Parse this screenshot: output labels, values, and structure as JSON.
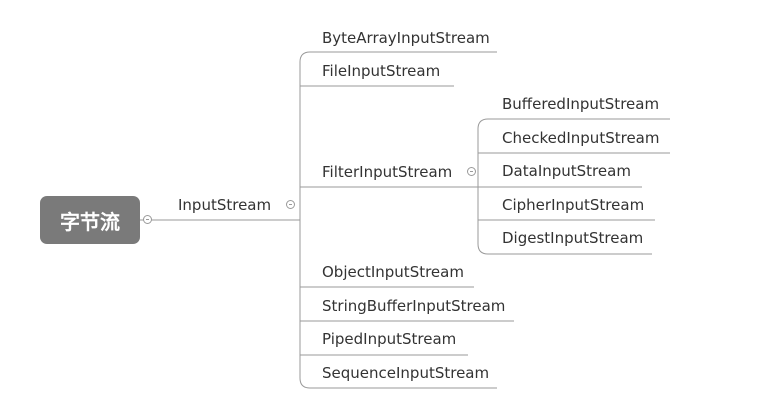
{
  "root": {
    "label": "字节流"
  },
  "level1": {
    "label": "InputStream"
  },
  "children": [
    "ByteArrayInputStream",
    "FileInputStream",
    "FilterInputStream",
    "ObjectInputStream",
    "StringBufferInputStream",
    "PipedInputStream",
    "SequenceInputStream"
  ],
  "filter_children": [
    "BufferedInputStream",
    "CheckedInputStream",
    "DataInputStream",
    "CipherInputStream",
    "DigestInputStream"
  ],
  "colors": {
    "line": "#9a9a9a",
    "root_bg": "#7a7a7a",
    "text": "#333333"
  }
}
